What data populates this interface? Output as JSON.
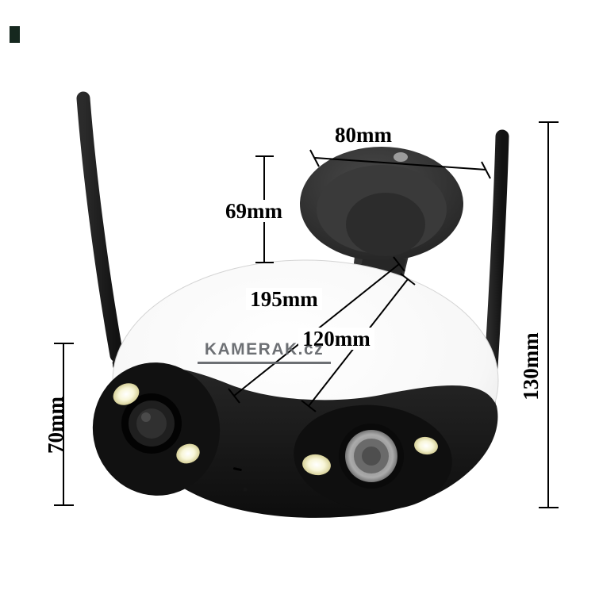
{
  "photo": {
    "watermark": "KAMERAK.cz",
    "annotations": [
      {
        "name": "mount-base-width",
        "label": "80mm"
      },
      {
        "name": "mount-height",
        "label": "69mm"
      },
      {
        "name": "body-width",
        "label": "195mm"
      },
      {
        "name": "body-depth",
        "label": "120mm"
      },
      {
        "name": "overall-height",
        "label": "130mm"
      },
      {
        "name": "front-height",
        "label": "70mm"
      }
    ],
    "colors": {
      "background": "#ffffff",
      "shell_white": "#f4f4f4",
      "face_black": "#141414",
      "mount_gray": "#2f2f2f",
      "led_glow": "#f7f4d2",
      "right_lens_gray": "#8f8f8f",
      "dimension_line": "#000000",
      "watermark_gray": "#5e6166",
      "corner_mark": "#16281f"
    }
  }
}
